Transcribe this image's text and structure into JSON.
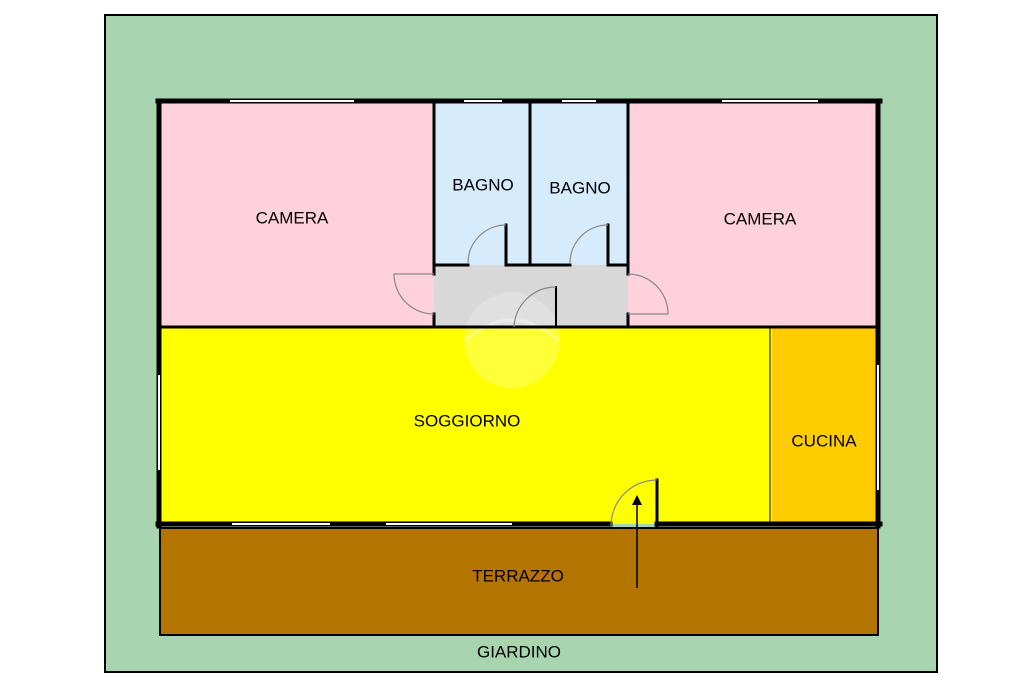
{
  "labels": {
    "camera_left": "CAMERA",
    "bagno_left": "BAGNO",
    "bagno_right": "BAGNO",
    "camera_right": "CAMERA",
    "soggiorno": "SOGGIORNO",
    "cucina": "CUCINA",
    "terrazzo": "TERRAZZO",
    "giardino": "GIARDINO"
  },
  "colors": {
    "giardino": "#a8d5b0",
    "camera": "#ffd1dc",
    "bagno": "#d6ebfb",
    "disimpegno": "#d8d8d8",
    "soggiorno": "#ffff00",
    "cucina": "#ffcc00",
    "terrazzo": "#b37400",
    "walls": "#000000"
  }
}
